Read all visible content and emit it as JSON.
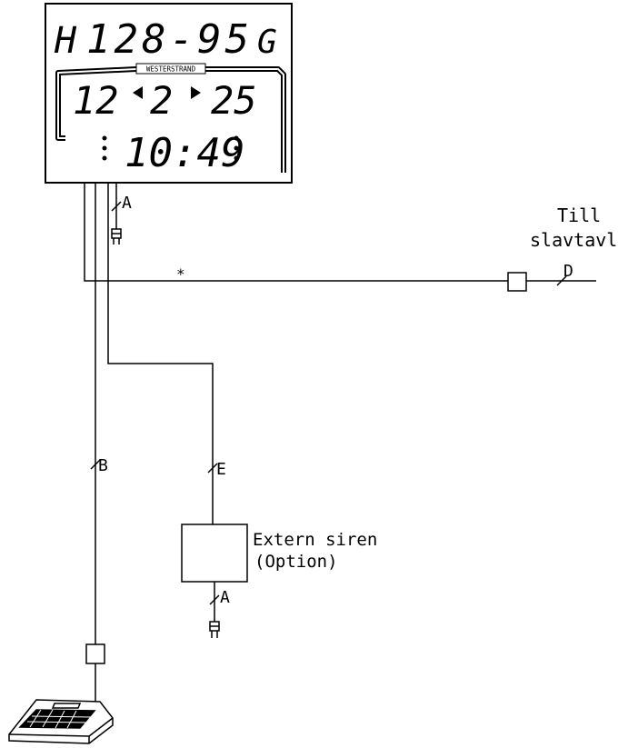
{
  "scoreboard": {
    "row1_left": "H",
    "row1_score": "128-95",
    "row1_right": "G",
    "brand": "WESTERSTRAND",
    "row2_left": "12",
    "row2_period": "2",
    "row2_right": "25",
    "row3_time": "10:49"
  },
  "labels": {
    "cable_a_top": "A",
    "cable_a_bottom": "A",
    "cable_b": "B",
    "cable_d": "D",
    "cable_e": "E",
    "asterisk": "*",
    "slave_line1": "Till",
    "slave_line2": "slavtavla",
    "siren_line1": "Extern siren",
    "siren_line2": "(Option)"
  },
  "colors": {
    "line": "#000000",
    "background": "#ffffff"
  }
}
